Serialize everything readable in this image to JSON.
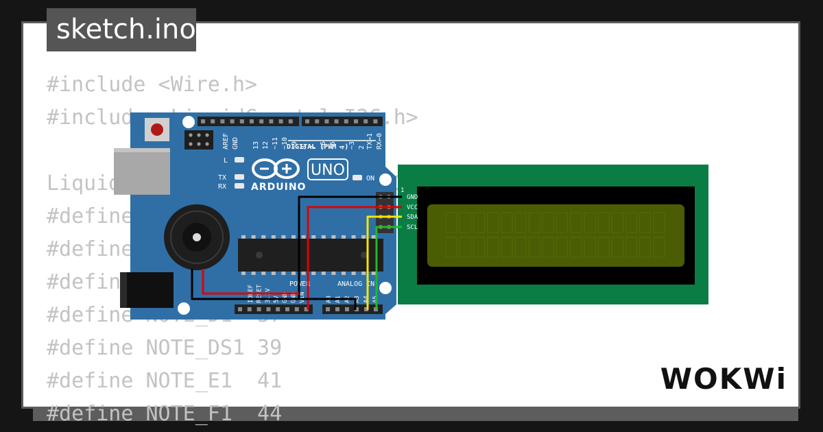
{
  "tab": {
    "title": "sketch.ino"
  },
  "code": [
    "#include <Wire.h>",
    "#include <LiquidCrystal_I2C.h>",
    "",
    "LiquidCrystal_I2C lcd(0x27, 16, 2);",
    "#define NOTE_B0  31",
    "#define NOTE_C1  33",
    "#define NOTE_CS1 35",
    "#define NOTE_D1  37",
    "#define NOTE_DS1 39",
    "#define NOTE_E1  41",
    "#define NOTE_F1  44"
  ],
  "arduino": {
    "logo_text": "ARDUINO",
    "model": "UNO",
    "digital_label": "DIGITAL (PWM ~)",
    "top_pins": [
      "AREF",
      "GND",
      "13",
      "12",
      "~11",
      "~10",
      "~9",
      "8",
      "7",
      "~6",
      "~5",
      "4",
      "~3",
      "2",
      "TX→1",
      "RX←0"
    ],
    "led_l": "L",
    "led_tx": "TX",
    "led_rx": "RX",
    "led_on": "ON",
    "power_label": "POWER",
    "analog_label": "ANALOG IN",
    "power_pins": [
      "IOREF",
      "RESET",
      "3.3V",
      "5V",
      "GND",
      "GND",
      "VIN"
    ],
    "analog_pins": [
      "A0",
      "A1",
      "A2",
      "A3",
      "A4",
      "A5"
    ]
  },
  "lcd": {
    "pin_number": "1",
    "pins": [
      "GND",
      "VCC",
      "SDA",
      "SCL"
    ]
  },
  "wires": {
    "gnd": "#000000",
    "vcc": "#e00000",
    "sda": "#f4e600",
    "scl": "#22bb22"
  },
  "colors": {
    "board": "#2f6fa6",
    "lcd_pcb": "#0a7d45",
    "lcd_screen": "#4a5c04",
    "buzzer": "#1e1e1e"
  },
  "brand": "WOKWi"
}
